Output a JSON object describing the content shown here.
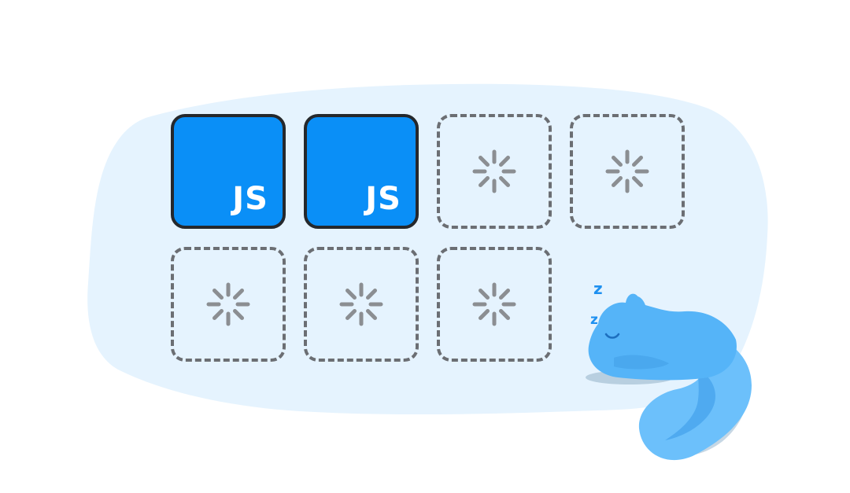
{
  "illustration": {
    "background_color": "#e5f3fe",
    "loaded_tile_color": "#0a8ff7",
    "pending_border_color": "#6b6e73",
    "spinner_color": "#8b8e92",
    "squirrel_color": "#55b4f8",
    "snore_text": [
      "z",
      "z"
    ]
  },
  "tiles": [
    {
      "state": "loaded",
      "label": "JS"
    },
    {
      "state": "loaded",
      "label": "JS"
    },
    {
      "state": "pending",
      "icon": "loading-spinner-icon"
    },
    {
      "state": "pending",
      "icon": "loading-spinner-icon"
    },
    {
      "state": "pending",
      "icon": "loading-spinner-icon"
    },
    {
      "state": "pending",
      "icon": "loading-spinner-icon"
    },
    {
      "state": "pending",
      "icon": "loading-spinner-icon"
    }
  ]
}
